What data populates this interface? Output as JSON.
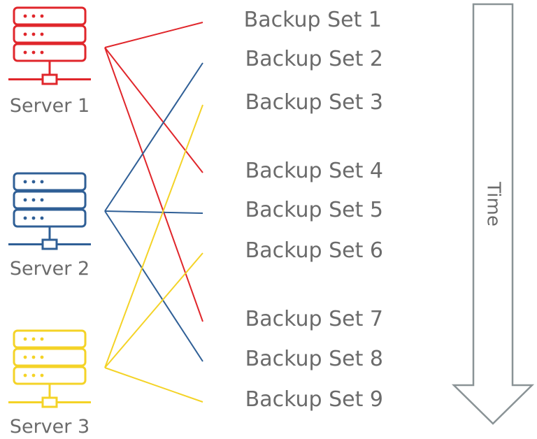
{
  "servers": [
    {
      "label": "Server 1",
      "color": "#e0262b"
    },
    {
      "label": "Server 2",
      "color": "#2f5f96"
    },
    {
      "label": "Server 3",
      "color": "#f4d327"
    }
  ],
  "backup_sets": [
    {
      "label": "Backup Set 1",
      "server": 1
    },
    {
      "label": "Backup Set 2",
      "server": 2
    },
    {
      "label": "Backup Set 3",
      "server": 3
    },
    {
      "label": "Backup Set 4",
      "server": 1
    },
    {
      "label": "Backup Set 5",
      "server": 2
    },
    {
      "label": "Backup Set 6",
      "server": 3
    },
    {
      "label": "Backup Set 7",
      "server": 1
    },
    {
      "label": "Backup Set 8",
      "server": 2
    },
    {
      "label": "Backup Set 9",
      "server": 3
    }
  ],
  "time_arrow": {
    "label": "Time",
    "color": "#8a9396"
  },
  "text_color": "#6b6b6b"
}
